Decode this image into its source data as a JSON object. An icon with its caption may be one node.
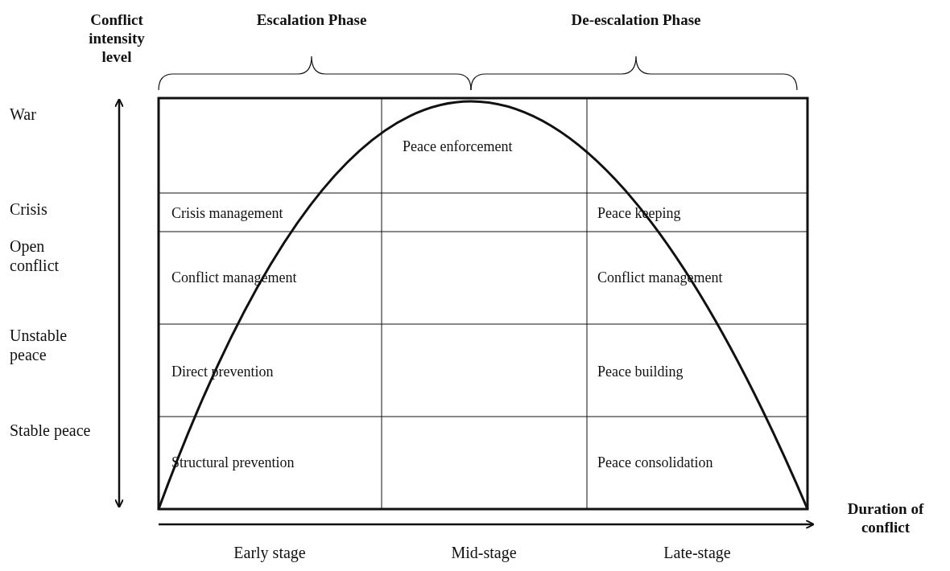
{
  "diagram": {
    "labels": [
      "Conflict intensity level",
      "Escalation Phase",
      "De-escalation Phase",
      "War",
      "Peace enforcement",
      "Crisis",
      "Crisis management",
      "Peace keeping",
      "Open conflict",
      "Conflict management",
      "Conflict management",
      "Unstable peace",
      "Direct prevention",
      "Peace building",
      "Stable peace",
      "Structural prevention",
      "Peace consolidation",
      "Duration of conflict",
      "Early stage",
      "Mid-stage",
      "Late-stage"
    ]
  }
}
